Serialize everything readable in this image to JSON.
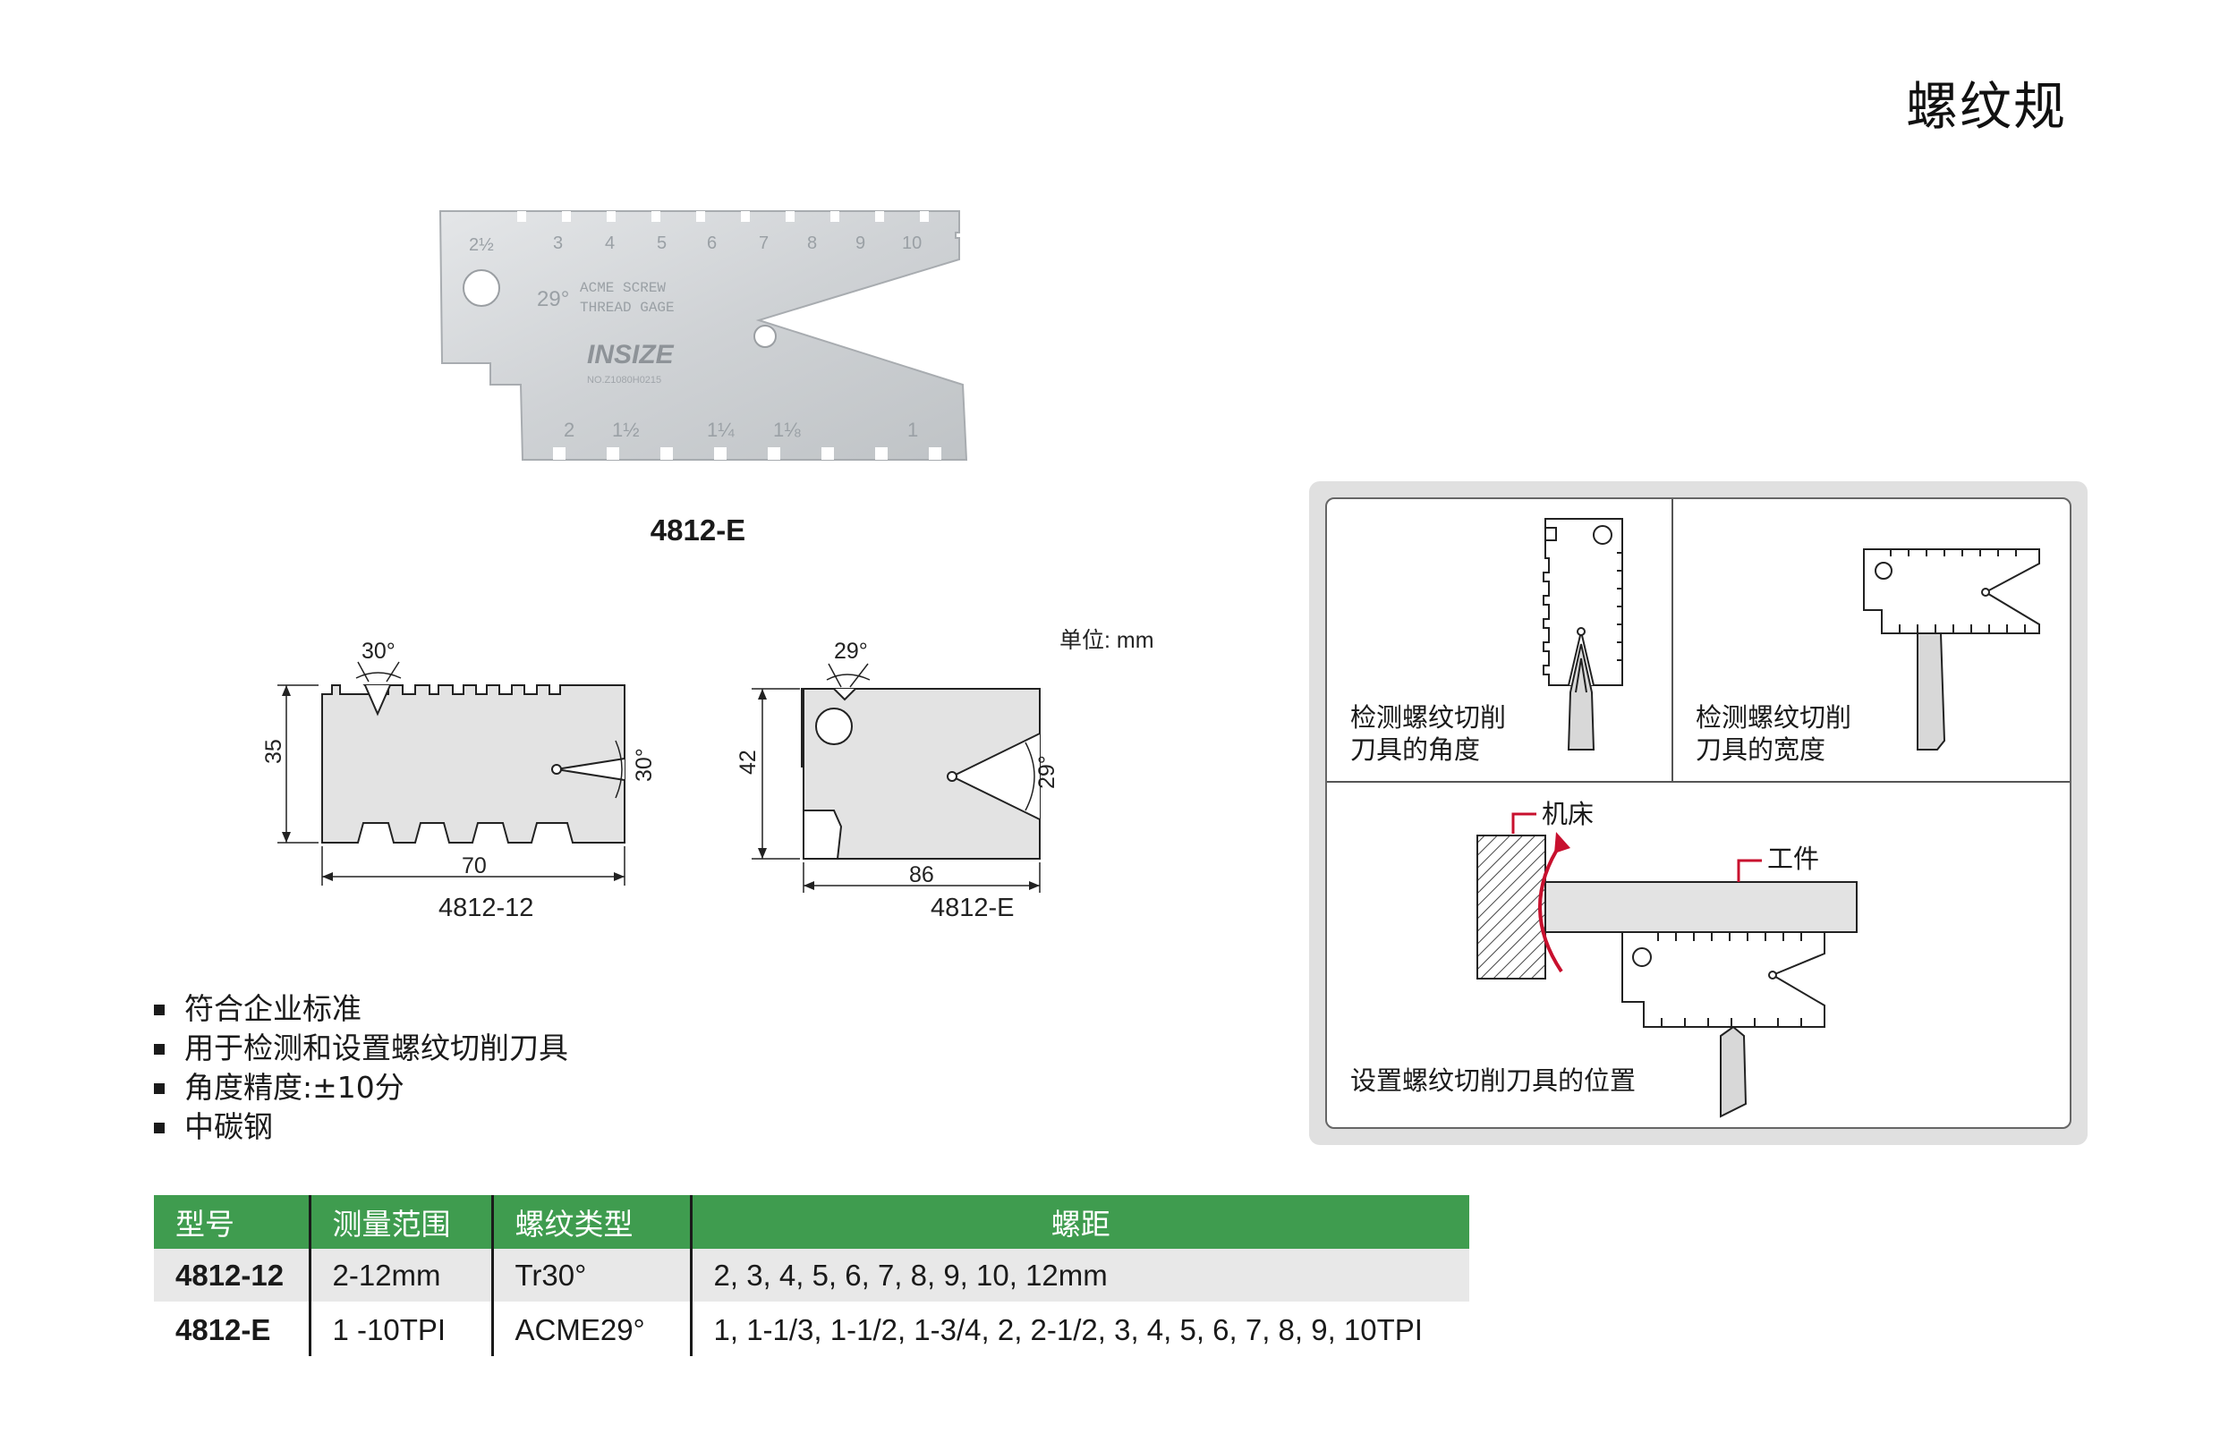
{
  "page": {
    "title": "螺纹规"
  },
  "photo": {
    "caption": "4812-E",
    "scale_top": [
      "2½",
      "3",
      "4",
      "5",
      "6",
      "7",
      "8",
      "9",
      "10"
    ],
    "scale_bottom": [
      "2",
      "1½",
      "1¼",
      "1⅛",
      "1"
    ],
    "angle_text": "29°",
    "engraving_line1": "ACME  SCREW",
    "engraving_line2": "THREAD  GAGE",
    "brand": "INSIZE",
    "serial": "NO.Z1080H0215"
  },
  "drawing": {
    "unit": "单位: mm",
    "left": {
      "model": "4812-12",
      "angle_top": "30°",
      "angle_side": "30°",
      "height": "35",
      "width": "70"
    },
    "right": {
      "model": "4812-E",
      "angle_top": "29°",
      "angle_side": "29°",
      "height": "42",
      "width": "86"
    }
  },
  "features": [
    "符合企业标准",
    "用于检测和设置螺纹切削刀具",
    "角度精度:±10分",
    "中碳钢"
  ],
  "table": {
    "headers": [
      "型号",
      "测量范围",
      "螺纹类型",
      "螺距"
    ],
    "rows": [
      [
        "4812-12",
        "2-12mm",
        "Tr30°",
        "2, 3, 4, 5, 6, 7, 8, 9, 10, 12mm"
      ],
      [
        "4812-E",
        "1 -10TPI",
        "ACME29°",
        "1, 1-1/3, 1-1/2, 1-3/4, 2, 2-1/2, 3, 4, 5, 6, 7, 8, 9, 10TPI"
      ]
    ]
  },
  "usage": {
    "panel1": {
      "line1": "检测螺纹切削",
      "line2": "刀具的角度"
    },
    "panel2": {
      "line1": "检测螺纹切削",
      "line2": "刀具的宽度"
    },
    "panel3": {
      "label": "设置螺纹切削刀具的位置",
      "machine": "机床",
      "workpiece": "工件"
    }
  }
}
